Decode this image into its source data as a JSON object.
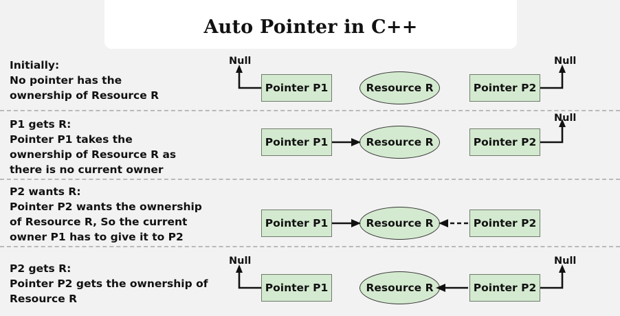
{
  "header": {
    "title": "Auto Pointer in C++"
  },
  "theme": {
    "page_background": "#f2f2f2",
    "card_background": "#ffffff",
    "node_fill": "#d4ead0",
    "node_stroke": "#333333",
    "divider": "#b9b9b9",
    "text": "#111111"
  },
  "labels": {
    "pointer_p1": "Pointer P1",
    "pointer_p2": "Pointer P2",
    "resource_r": "Resource R",
    "null": "Null"
  },
  "rows": [
    {
      "id": "initially",
      "heading": "Initially:",
      "body": "No pointer has the\nownership of Resource R",
      "p1": "Pointer P1",
      "p2": "Pointer P2",
      "resource": "Resource R",
      "p1_null": "Null",
      "p2_null": "Null",
      "p1_to_resource": "none",
      "p2_to_resource": "none"
    },
    {
      "id": "p1-gets-r",
      "heading": "P1 gets R:",
      "body": "Pointer P1 takes the\nownership of Resource R as\nthere is no current owner",
      "p1": "Pointer P1",
      "p2": "Pointer P2",
      "resource": "Resource R",
      "p1_null": "",
      "p2_null": "Null",
      "p1_to_resource": "solid",
      "p2_to_resource": "none"
    },
    {
      "id": "p2-wants-r",
      "heading": "P2 wants R:",
      "body": "Pointer P2 wants the ownership\nof Resource R, So the current\nowner P1 has to give it to P2",
      "p1": "Pointer P1",
      "p2": "Pointer P2",
      "resource": "Resource R",
      "p1_null": "",
      "p2_null": "",
      "p1_to_resource": "solid",
      "p2_to_resource": "dashed"
    },
    {
      "id": "p2-gets-r",
      "heading": "P2 gets R:",
      "body": "Pointer P2 gets the ownership of\nResource R",
      "p1": "Pointer P1",
      "p2": "Pointer P2",
      "resource": "Resource R",
      "p1_null": "Null",
      "p2_null": "Null",
      "p1_to_resource": "none",
      "p2_to_resource": "solid"
    }
  ]
}
